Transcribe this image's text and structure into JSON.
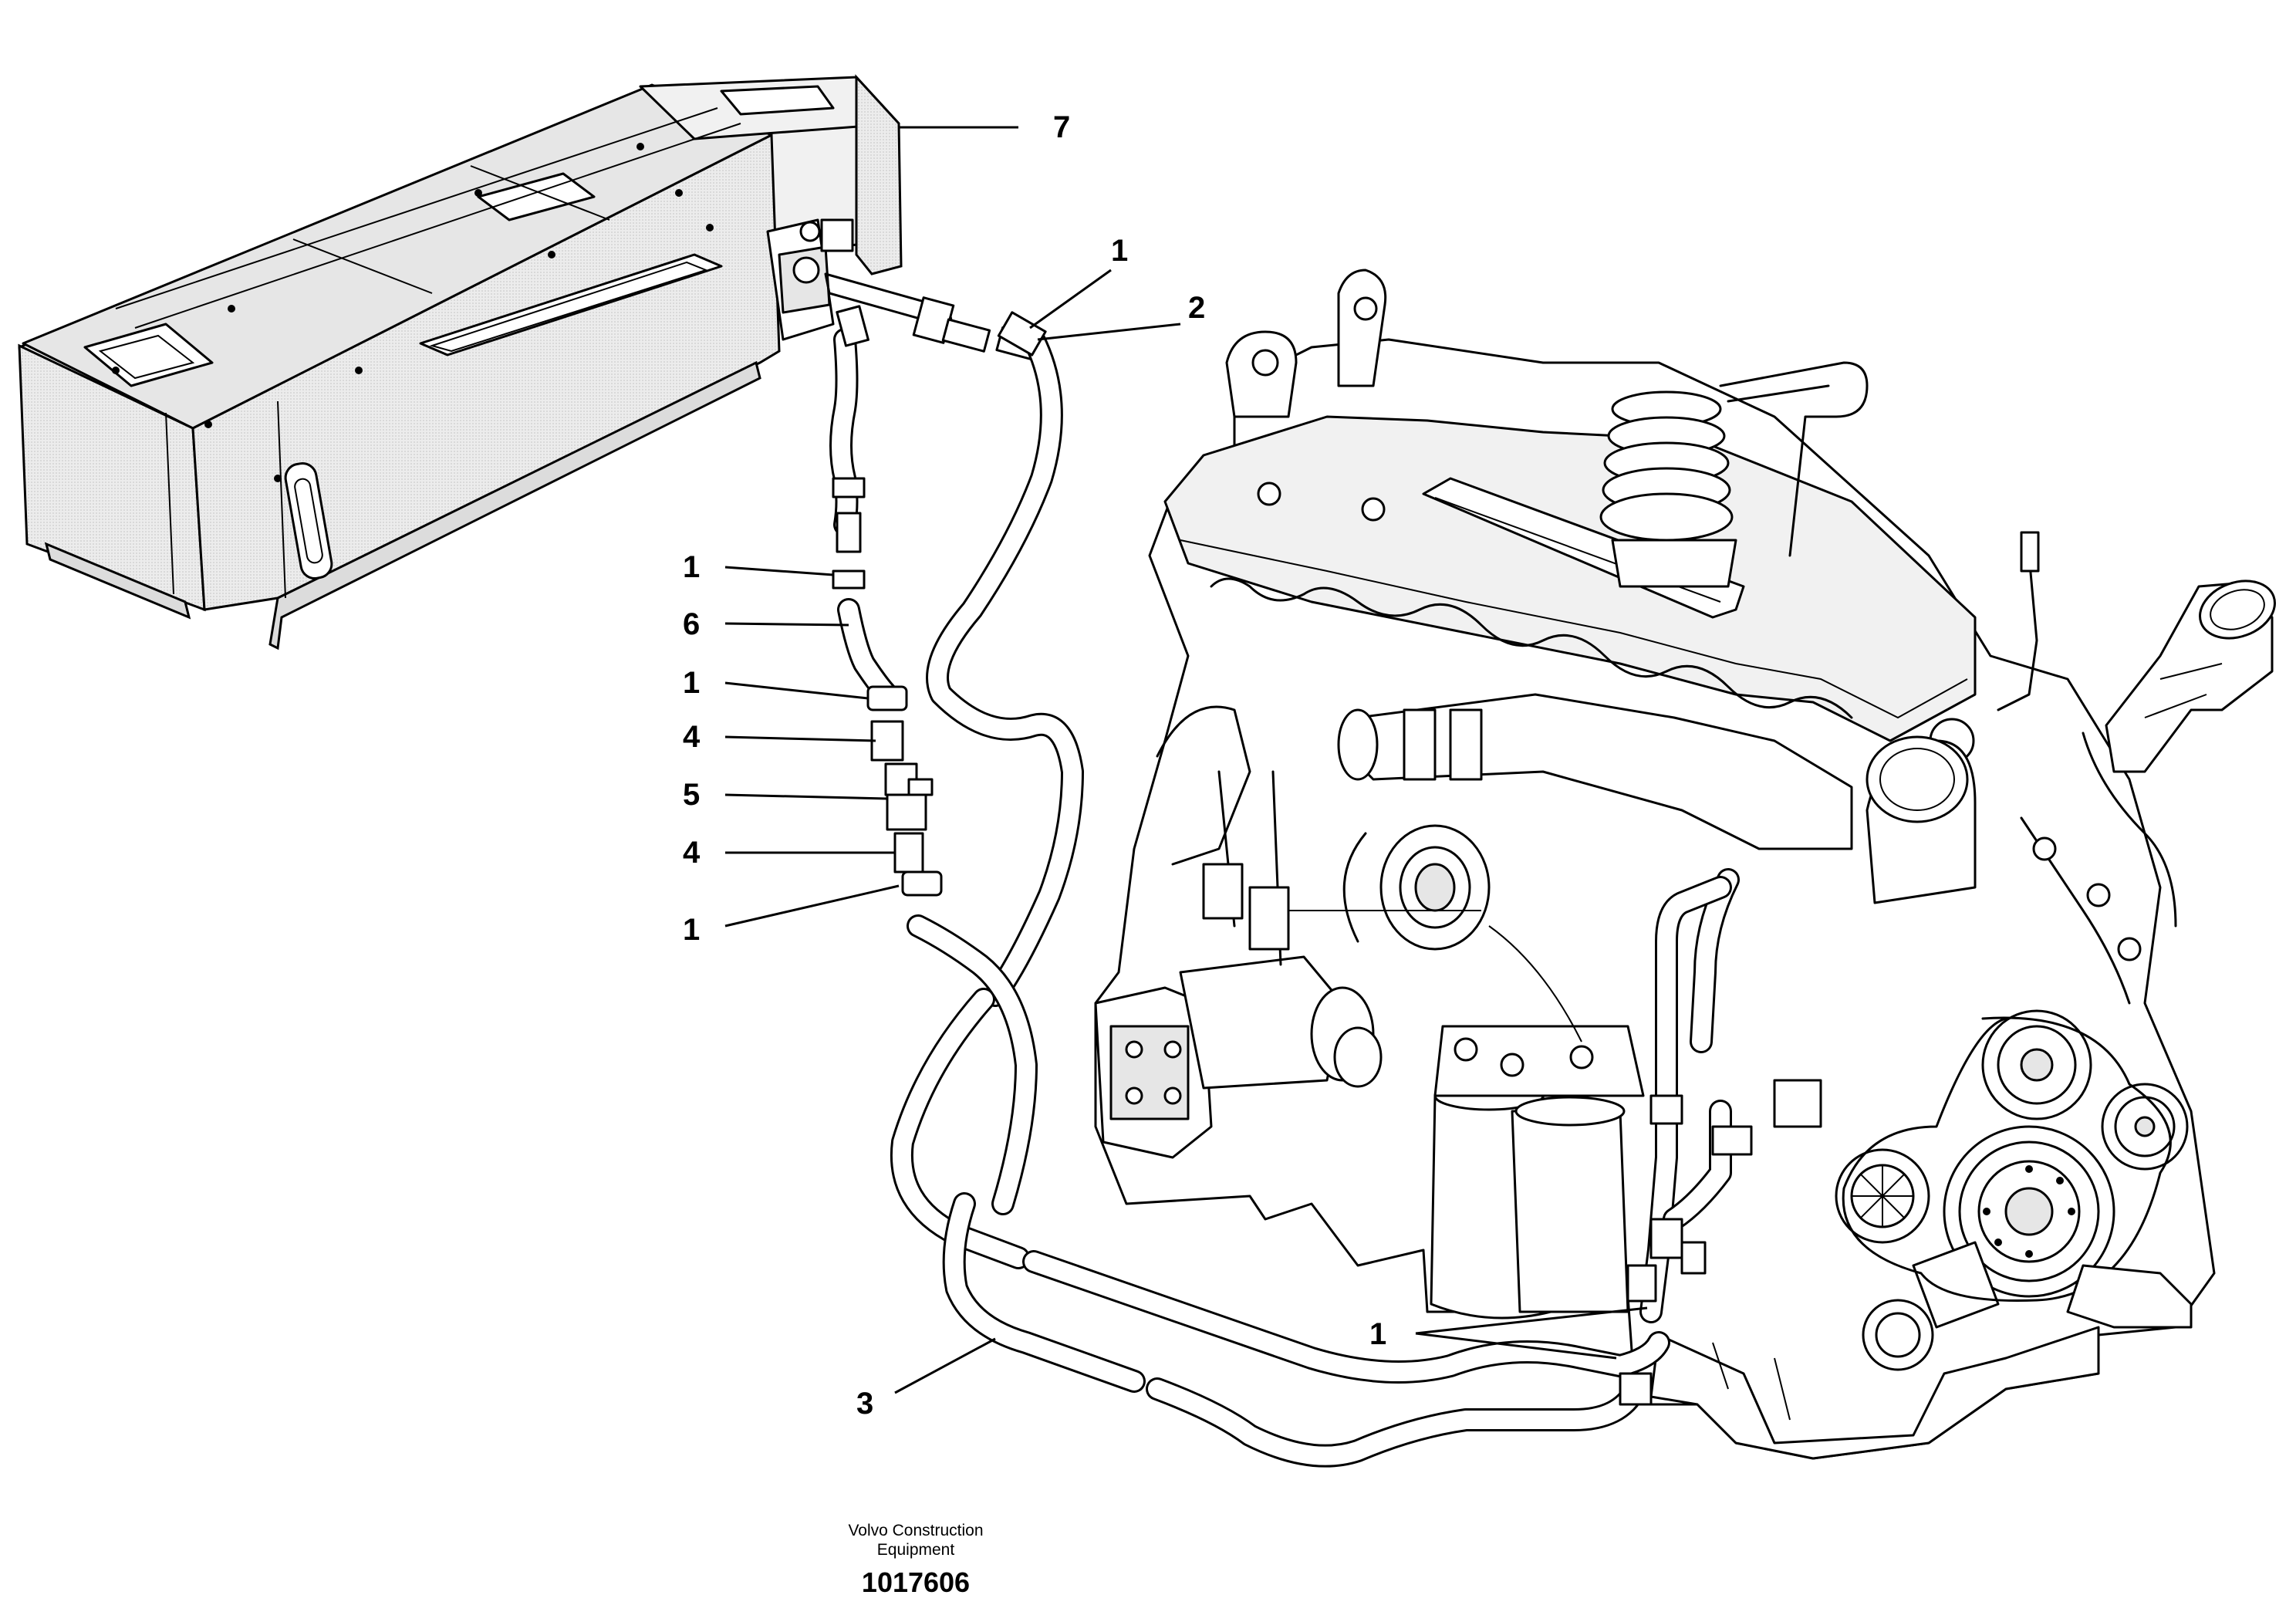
{
  "callouts": [
    {
      "id": "c7",
      "label": "7"
    },
    {
      "id": "c1a",
      "label": "1"
    },
    {
      "id": "c2",
      "label": "2"
    },
    {
      "id": "c1b",
      "label": "1"
    },
    {
      "id": "c6",
      "label": "6"
    },
    {
      "id": "c1c",
      "label": "1"
    },
    {
      "id": "c4a",
      "label": "4"
    },
    {
      "id": "c5",
      "label": "5"
    },
    {
      "id": "c4b",
      "label": "4"
    },
    {
      "id": "c1d",
      "label": "1"
    },
    {
      "id": "c1e",
      "label": "1"
    },
    {
      "id": "c3",
      "label": "3"
    }
  ],
  "caption": {
    "company_line1": "Volvo Construction",
    "company_line2": "Equipment",
    "drawing_number": "1017606"
  }
}
